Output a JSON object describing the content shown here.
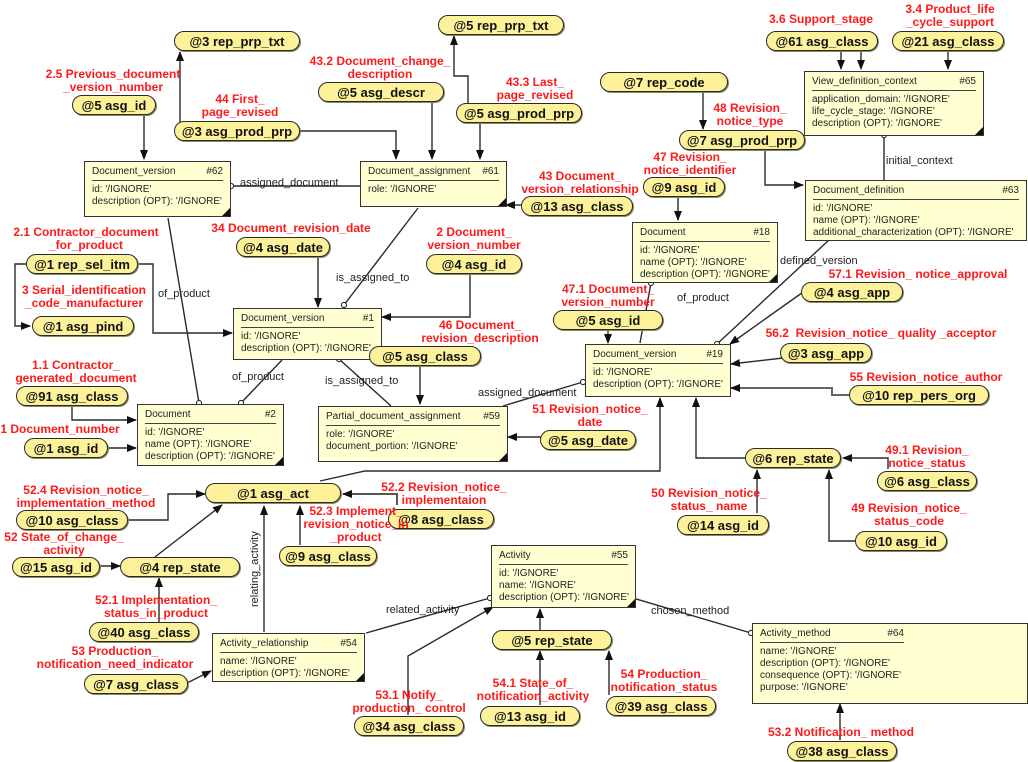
{
  "entities": [
    {
      "id": "e62",
      "name": "Document_version",
      "num": "#62",
      "attrs": [
        "id: '/IGNORE'",
        "description (OPT): '/IGNORE'"
      ]
    },
    {
      "id": "e61",
      "name": "Document_assignment",
      "num": "#61",
      "attrs": [
        "role: '/IGNORE'"
      ]
    },
    {
      "id": "e65",
      "name": "View_definition_context",
      "num": "#65",
      "attrs": [
        "application_domain: '/IGNORE'",
        "life_cycle_stage: '/IGNORE'",
        "description (OPT): '/IGNORE'"
      ]
    },
    {
      "id": "e63",
      "name": "Document_definition",
      "num": "#63",
      "attrs": [
        "id: '/IGNORE'",
        "name (OPT): '/IGNORE'",
        "additional_characterization (OPT): '/IGNORE'"
      ]
    },
    {
      "id": "e18",
      "name": "Document",
      "num": "#18",
      "attrs": [
        "id: '/IGNORE'",
        "name (OPT): '/IGNORE'",
        "description (OPT): '/IGNORE'"
      ]
    },
    {
      "id": "e1",
      "name": "Document_version",
      "num": "#1",
      "attrs": [
        "id: '/IGNORE'",
        "description (OPT): '/IGNORE'"
      ]
    },
    {
      "id": "e19",
      "name": "Document_version",
      "num": "#19",
      "attrs": [
        "id: '/IGNORE'",
        "description (OPT): '/IGNORE'"
      ]
    },
    {
      "id": "e2",
      "name": "Document",
      "num": "#2",
      "attrs": [
        "id: '/IGNORE'",
        "name (OPT): '/IGNORE'",
        "description (OPT): '/IGNORE'"
      ]
    },
    {
      "id": "e59",
      "name": "Partial_document_assignment",
      "num": "#59",
      "attrs": [
        "role: '/IGNORE'",
        "document_portion: '/IGNORE'"
      ]
    },
    {
      "id": "e55",
      "name": "Activity",
      "num": "#55",
      "attrs": [
        "id: '/IGNORE'",
        "name: '/IGNORE'",
        "description (OPT): '/IGNORE'"
      ]
    },
    {
      "id": "e54",
      "name": "Activity_relationship",
      "num": "#54",
      "attrs": [
        "name: '/IGNORE'",
        "description (OPT): '/IGNORE'"
      ]
    },
    {
      "id": "e64",
      "name": "Activity_method",
      "num": "#64",
      "attrs": [
        "name: '/IGNORE'",
        "description (OPT): '/IGNORE'",
        "consequence (OPT): '/IGNORE'",
        "purpose: '/IGNORE'"
      ]
    }
  ],
  "pills": [
    {
      "id": "p_rpt3",
      "text": "@3 rep_prp_txt"
    },
    {
      "id": "p_rpt5",
      "text": "@5 rep_prp_txt"
    },
    {
      "id": "p_asgid5a",
      "text": "@5 asg_id"
    },
    {
      "id": "p_descr5",
      "text": "@5 asg_descr"
    },
    {
      "id": "p_app3prp",
      "text": "@3 asg_prod_prp"
    },
    {
      "id": "p_app5prp",
      "text": "@5 asg_prod_prp"
    },
    {
      "id": "p_repcode7",
      "text": "@7 rep_code"
    },
    {
      "id": "p_app7prp",
      "text": "@7 asg_prod_prp"
    },
    {
      "id": "p_cls61",
      "text": "@61 asg_class"
    },
    {
      "id": "p_cls21",
      "text": "@21 asg_class"
    },
    {
      "id": "p_asgid9",
      "text": "@9 asg_id"
    },
    {
      "id": "p_cls13",
      "text": "@13 asg_class"
    },
    {
      "id": "p_repsel1",
      "text": "@1 rep_sel_itm"
    },
    {
      "id": "p_pind1",
      "text": "@1 asg_pind"
    },
    {
      "id": "p_date4",
      "text": "@4 asg_date"
    },
    {
      "id": "p_asgid4",
      "text": "@4 asg_id"
    },
    {
      "id": "p_asgid5b",
      "text": "@5 asg_id"
    },
    {
      "id": "p_app4",
      "text": "@4 asg_app"
    },
    {
      "id": "p_app3",
      "text": "@3 asg_app"
    },
    {
      "id": "p_pers10",
      "text": "@10 rep_pers_org"
    },
    {
      "id": "p_cls91",
      "text": "@91 asg_class"
    },
    {
      "id": "p_asgid1",
      "text": "@1 asg_id"
    },
    {
      "id": "p_cls5",
      "text": "@5 asg_class"
    },
    {
      "id": "p_date5",
      "text": "@5 asg_date"
    },
    {
      "id": "p_state6",
      "text": "@6 rep_state"
    },
    {
      "id": "p_cls6",
      "text": "@6 asg_class"
    },
    {
      "id": "p_asgid14",
      "text": "@14 asg_id"
    },
    {
      "id": "p_asgid10",
      "text": "@10 asg_id"
    },
    {
      "id": "p_act1",
      "text": "@1 asg_act"
    },
    {
      "id": "p_cls10",
      "text": "@10 asg_class"
    },
    {
      "id": "p_cls8",
      "text": "@8 asg_class"
    },
    {
      "id": "p_asgid15",
      "text": "@15 asg_id"
    },
    {
      "id": "p_state4",
      "text": "@4 rep_state"
    },
    {
      "id": "p_cls9",
      "text": "@9 asg_class"
    },
    {
      "id": "p_cls40",
      "text": "@40 asg_class"
    },
    {
      "id": "p_cls7",
      "text": "@7 asg_class"
    },
    {
      "id": "p_state5",
      "text": "@5 rep_state"
    },
    {
      "id": "p_cls34",
      "text": "@34 asg_class"
    },
    {
      "id": "p_asgid13",
      "text": "@13 asg_id"
    },
    {
      "id": "p_cls39",
      "text": "@39 asg_class"
    },
    {
      "id": "p_cls38",
      "text": "@38 asg_class"
    }
  ],
  "labels": [
    {
      "id": "l_2_5",
      "text": "2.5 Previous_document\n_version_number"
    },
    {
      "id": "l_44",
      "text": "44 First_\npage_revised"
    },
    {
      "id": "l_43_2",
      "text": "43.2 Document_change_\ndescription"
    },
    {
      "id": "l_43_3",
      "text": "43.3 Last_\npage_revised"
    },
    {
      "id": "l_3_6",
      "text": "3.6 Support_stage"
    },
    {
      "id": "l_3_4",
      "text": "3.4 Product_life\n_cycle_support"
    },
    {
      "id": "l_48",
      "text": "48 Revision_\nnotice_type"
    },
    {
      "id": "l_47",
      "text": "47 Revision_\nnotice_identifier"
    },
    {
      "id": "l_43",
      "text": "43 Document_\nversion_relationship"
    },
    {
      "id": "l_2_1",
      "text": "2.1 Contractor_document\n_for_product"
    },
    {
      "id": "l_3",
      "text": "3 Serial_identification\n_code_manufacturer"
    },
    {
      "id": "l_34",
      "text": "34 Document_revision_date"
    },
    {
      "id": "l_2",
      "text": "2 Document_\nversion_number"
    },
    {
      "id": "l_47_1",
      "text": "47.1 Document_\nversion_number"
    },
    {
      "id": "l_57_1",
      "text": "57.1 Revision_ notice_approval"
    },
    {
      "id": "l_56_2",
      "text": "56.2  Revision_notice_ quality _acceptor"
    },
    {
      "id": "l_55",
      "text": "55 Revision_notice_author"
    },
    {
      "id": "l_46",
      "text": "46 Document_\nrevision_description"
    },
    {
      "id": "l_1_1",
      "text": "1.1 Contractor_\ngenerated_document"
    },
    {
      "id": "l_1",
      "text": "1 Document_number"
    },
    {
      "id": "l_51",
      "text": "51 Revision_notice_\ndate"
    },
    {
      "id": "l_49_1",
      "text": "49.1 Revision_\nnotice_status"
    },
    {
      "id": "l_50",
      "text": "50 Revision_notice_\nstatus_ name"
    },
    {
      "id": "l_49",
      "text": "49 Revision_notice_\nstatus_code"
    },
    {
      "id": "l_52_4",
      "text": "52.4 Revision_notice_\nimplementation_method"
    },
    {
      "id": "l_52_2",
      "text": "52.2 Revision_notice_\nimplementaion"
    },
    {
      "id": "l_52",
      "text": "52 State_of_change_\nactivity"
    },
    {
      "id": "l_52_3",
      "text": "52.3 Implement_\nrevision_notice_in\n_product"
    },
    {
      "id": "l_52_1",
      "text": "52.1 Implementation_\nstatus_in_product"
    },
    {
      "id": "l_53",
      "text": "53 Production_\nnotification_need_indicator"
    },
    {
      "id": "l_53_1",
      "text": "53.1 Notify_\nproduction_ control"
    },
    {
      "id": "l_54_1",
      "text": "54.1 State_of_\nnotification_activity"
    },
    {
      "id": "l_54",
      "text": "54 Production_\nnotification_status"
    },
    {
      "id": "l_53_2",
      "text": "53.2 Notification_ method"
    }
  ],
  "relations": [
    {
      "id": "r_assigned_doc1",
      "text": "assigned_document"
    },
    {
      "id": "r_initial_ctx",
      "text": "initial_context"
    },
    {
      "id": "r_is_assigned1",
      "text": "is_assigned_to"
    },
    {
      "id": "r_of_product1",
      "text": "of_product"
    },
    {
      "id": "r_defined_ver",
      "text": "defined_version"
    },
    {
      "id": "r_of_product2",
      "text": "of_product"
    },
    {
      "id": "r_of_product3",
      "text": "of_product"
    },
    {
      "id": "r_is_assigned2",
      "text": "is_assigned_to"
    },
    {
      "id": "r_assigned_doc2",
      "text": "assigned_document"
    },
    {
      "id": "r_relating",
      "text": "relating_activity"
    },
    {
      "id": "r_related",
      "text": "related_activity"
    },
    {
      "id": "r_chosen",
      "text": "chosen_method"
    }
  ],
  "colors": {
    "pill_fill": "#fdf29a",
    "entity_fill": "#ffffd2",
    "label_red": "#ff1a1a",
    "line": "#2a2a2a"
  }
}
